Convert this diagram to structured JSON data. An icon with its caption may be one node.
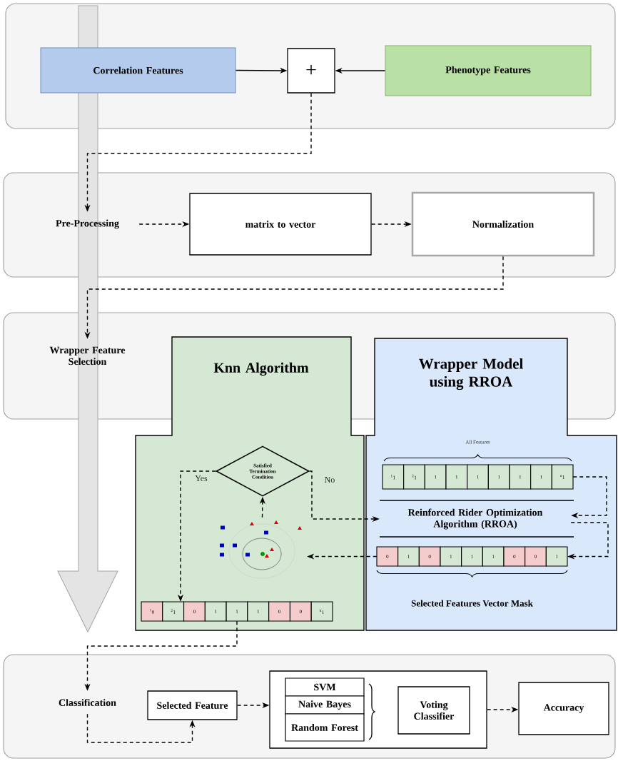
{
  "diagram": {
    "nodes": [
      {
        "text": [],
        "shape": "box"
      },
      {
        "text": [
          "Correlation Features"
        ],
        "in": 0
      },
      {
        "text": [
          "+"
        ],
        "in": 0
      },
      {
        "text": [
          "Phenotype Features"
        ],
        "in": 0
      },
      {
        "text": [],
        "shape": "box"
      },
      {
        "text": [
          "Pre-Processing"
        ],
        "in": 4
      },
      {
        "text": [
          "matrix to vector"
        ],
        "in": 4
      },
      {
        "text": [
          "Normalization"
        ],
        "in": 4
      },
      {
        "text": [],
        "shape": "box"
      },
      {
        "text": [
          "Wrapper Feature Selection"
        ],
        "in": 8
      },
      {
        "text": [
          "Knn Algorithm"
        ]
      },
      {
        "text": [
          "Wrapper Model using RROA"
        ]
      },
      {
        "text": [
          "Satisfied Termination Condition"
        ],
        "in": 10
      },
      {
        "text": [],
        "shape": "picture",
        "in": 10
      },
      {
        "text": [
          "$^{1}$0",
          "$^{2}$1",
          "0",
          "1",
          "1",
          "1",
          "0",
          "0",
          "$^{k}$1"
        ],
        "in": 10
      },
      {
        "text": [
          "$^{1}$1",
          "$^{2}$1",
          "1",
          "1",
          "1",
          "1",
          "1",
          "1",
          "$^{n}$1"
        ],
        "in": 11,
        "beside": [
          "All Features"
        ]
      },
      {
        "text": [
          "Reinforced Rider Optimization Algorithm (RROA)"
        ],
        "in": 11
      },
      {
        "text": [
          "0",
          "1",
          "0",
          "1",
          "1",
          "1",
          "0",
          "0",
          "1"
        ],
        "in": 11,
        "beside": [
          "Selected Features Vector Mask"
        ]
      },
      {
        "text": [],
        "shape": "box"
      },
      {
        "text": [
          "Classification"
        ],
        "in": 18
      },
      {
        "text": [
          "Selected Feature"
        ],
        "in": 18
      },
      {
        "text": [],
        "shape": "box",
        "in": 18
      },
      {
        "text": [
          "SVM"
        ],
        "in": 21
      },
      {
        "text": [
          "Naive Bayes"
        ],
        "in": 21
      },
      {
        "text": [
          "Random Forest"
        ],
        "in": 21
      },
      {
        "text": [
          "Voting Classifier"
        ],
        "in": 21
      },
      {
        "text": [
          "Accuracy"
        ],
        "in": 18
      }
    ],
    "edges": [
      {
        "from": 1,
        "to": 2,
        "arrow": "to"
      },
      {
        "from": 3,
        "to": 2,
        "arrow": "to"
      },
      {
        "from": 2,
        "to": 5,
        "arrow": "to",
        "style": "dashed"
      },
      {
        "from": 5,
        "to": 6,
        "arrow": "to",
        "style": "dashed"
      },
      {
        "from": 6,
        "to": 7,
        "arrow": "to",
        "style": "dashed"
      },
      {
        "from": 7,
        "to": 9,
        "arrow": "to",
        "style": "dashed"
      },
      {
        "from": 12,
        "to": 14,
        "arrow": "to",
        "style": "dashed",
        "label": "Yes"
      },
      {
        "from": 12,
        "to": 16,
        "arrow": "to",
        "style": "dashed",
        "label": "No"
      },
      {
        "from": 13,
        "to": 12,
        "arrow": "to",
        "style": "dashed"
      },
      {
        "from": 15,
        "to": 16,
        "arrow": "to",
        "style": "dashed"
      },
      {
        "from": 16,
        "to": 17,
        "arrow": "to",
        "style": "dashed"
      },
      {
        "from": 17,
        "to": 13,
        "arrow": "to",
        "style": "dashed"
      },
      {
        "from": 14,
        "to": 19,
        "arrow": "to",
        "style": "dashed"
      },
      {
        "from": 19,
        "to": 20,
        "arrow": "to",
        "style": "dashed"
      },
      {
        "from": 20,
        "to": 21,
        "arrow": "to",
        "style": "dashed"
      },
      {
        "from": 21,
        "to": 26,
        "arrow": "to",
        "style": "dashed"
      }
    ]
  }
}
